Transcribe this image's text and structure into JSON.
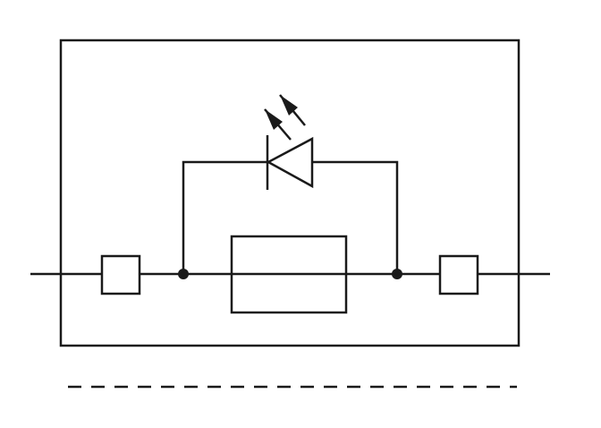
{
  "diagram": {
    "type": "terminal-block-schematic",
    "components": [
      {
        "name": "left-terminal",
        "kind": "terminal"
      },
      {
        "name": "fuse",
        "kind": "fuse"
      },
      {
        "name": "led",
        "kind": "light-emitting-diode",
        "orientation": "pointing-left"
      },
      {
        "name": "right-terminal",
        "kind": "terminal"
      }
    ],
    "connections": [
      [
        "left-terminal",
        "fuse"
      ],
      [
        "fuse",
        "right-terminal"
      ],
      [
        "led",
        "fuse-parallel"
      ]
    ],
    "indicators": {
      "junction_count": 2,
      "light_arrows": 2,
      "dashed_separator": true
    },
    "colors": {
      "line": "#1a1a1a",
      "background": "#ffffff"
    }
  }
}
